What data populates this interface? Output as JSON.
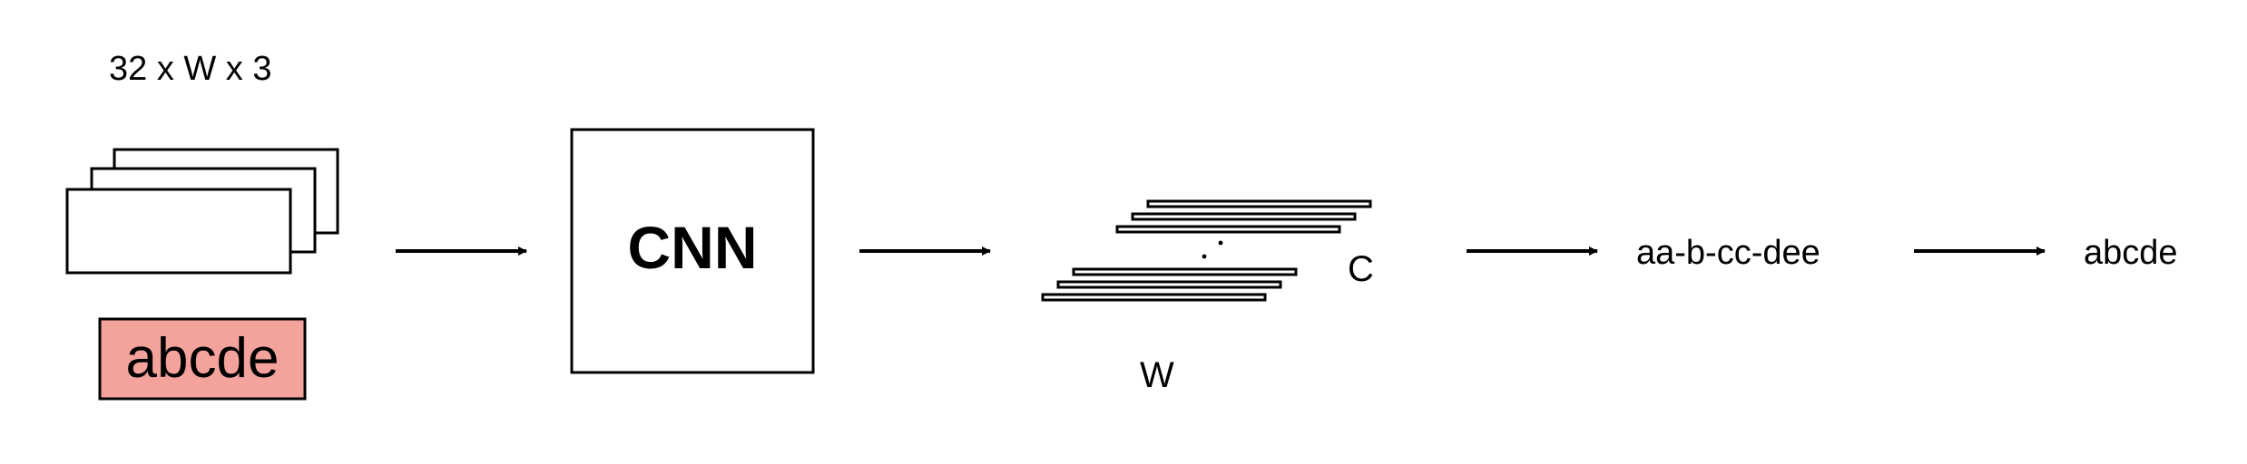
{
  "input": {
    "dims_label": "32 x W x 3",
    "text_crop": "abcde"
  },
  "cnn": {
    "label": "CNN"
  },
  "feature_map": {
    "width_label": "W",
    "channel_label": "C"
  },
  "ctc_output": {
    "raw_sequence": "aa-b-cc-dee"
  },
  "decoded_output": {
    "text": "abcde"
  },
  "colors": {
    "text_crop_fill": "#f4a39c",
    "stroke": "#000000",
    "background": "#ffffff"
  }
}
